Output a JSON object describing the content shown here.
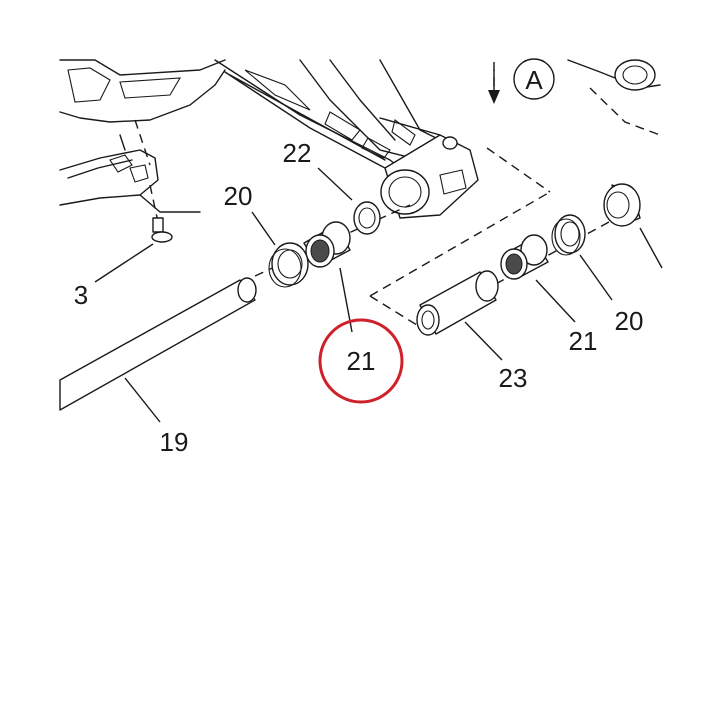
{
  "highlight_color": "#d0202a",
  "view_marker": {
    "label": "A"
  },
  "callouts": {
    "c22": "22",
    "c20_left": "20",
    "c3": "3",
    "c21_highlighted": "21",
    "c19": "19",
    "c23": "23",
    "c21_right": "21",
    "c20_right": "20"
  }
}
